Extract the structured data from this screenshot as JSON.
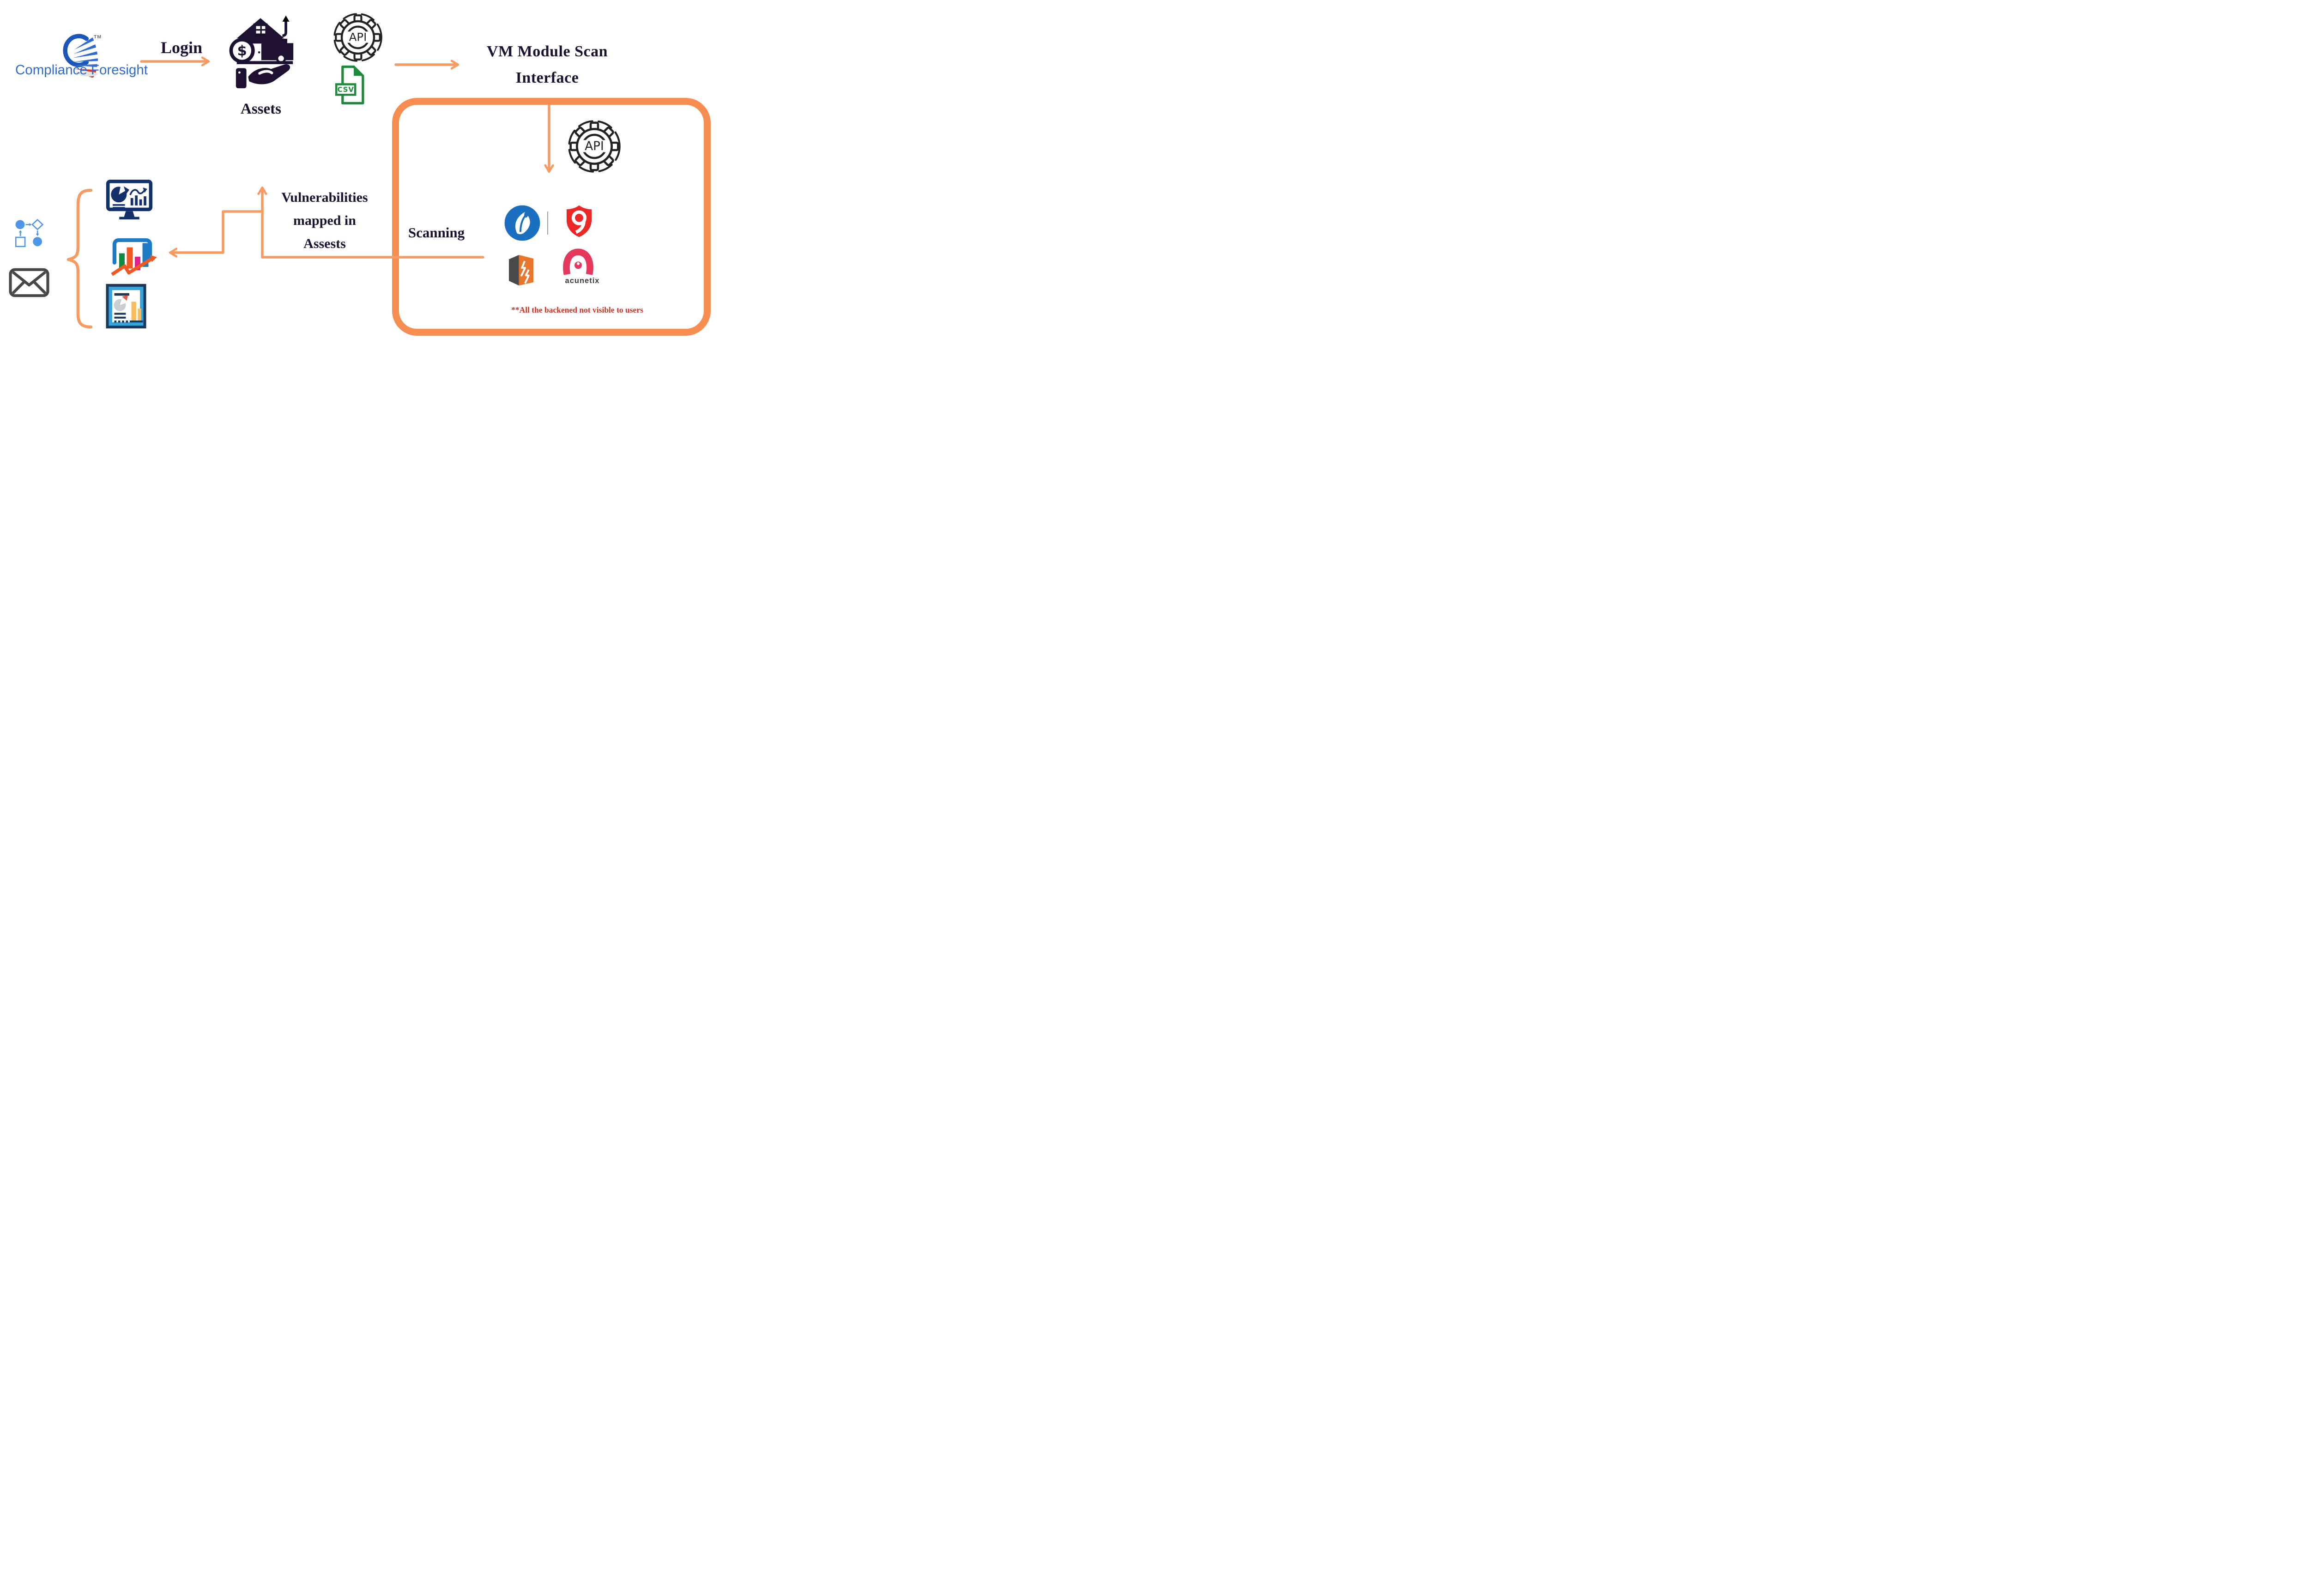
{
  "logo": {
    "title": "Compliance Foresight",
    "tm": "TM"
  },
  "flow": {
    "login_label": "Login",
    "assets_label": "Assets",
    "api_icon_text": "API",
    "csv_label": "CSV",
    "vm_interface_line1": "VM Module Scan",
    "vm_interface_line2": "Interface",
    "scanning_label": "Scanning",
    "vuln_line1": "Vulnerabilities",
    "vuln_line2": "mapped in",
    "vuln_line3": "Assests",
    "backend_note": "**All the backened not visible to users",
    "coin_symbol": "$"
  },
  "scanners": {
    "acunetix_label": "acunetix"
  },
  "colors": {
    "connector_orange": "#F89B62",
    "box_orange": "#F78D50",
    "heading_ink": "#1D1030",
    "note_red": "#CC3326",
    "icon_navy": "#14306B",
    "logo_blue": "#2E6BD0",
    "csv_green": "#1E8A3C",
    "api_black": "#222222",
    "qualys_red": "#EB2825",
    "scanner_blue": "#1B6FC0",
    "burp_orange": "#E8762D",
    "acunetix_pink": "#E4395C",
    "flowchart_blue": "#4D96E8",
    "envelope_gray": "#474747"
  }
}
